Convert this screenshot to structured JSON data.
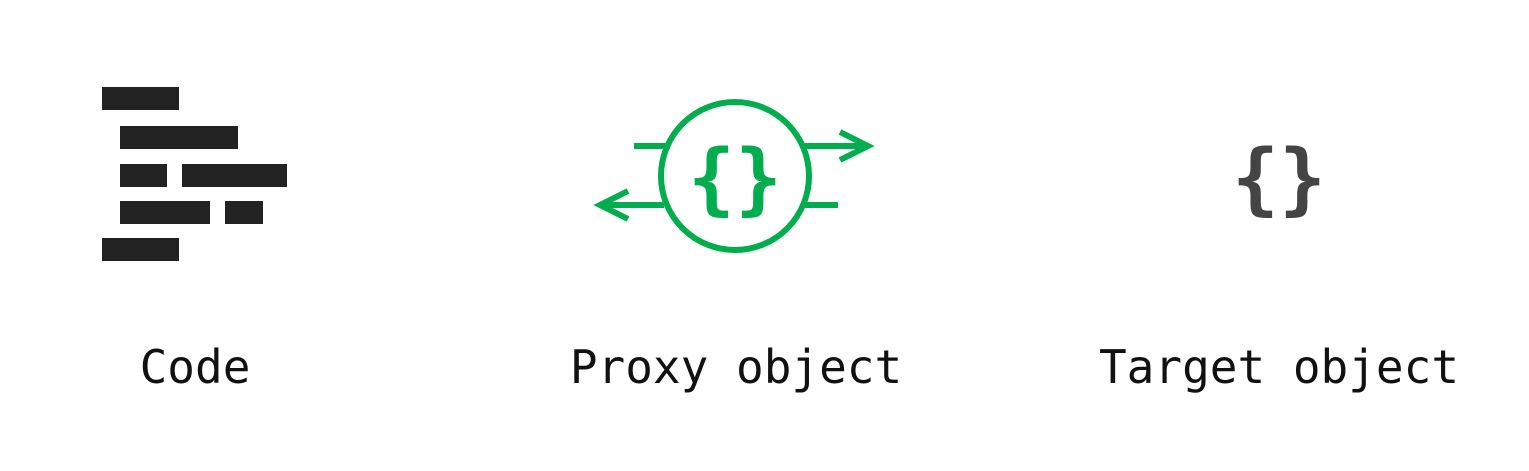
{
  "colors": {
    "accent": "#00ad4e",
    "dark": "#222222",
    "target": "#444444"
  },
  "nodes": {
    "code": {
      "label": "Code",
      "icon": "code-lines-icon"
    },
    "proxy": {
      "label": "Proxy object",
      "icon": "proxy-object-icon",
      "glyph": "{}"
    },
    "target": {
      "label": "Target object",
      "icon": "target-object-icon",
      "glyph": "{}"
    }
  }
}
